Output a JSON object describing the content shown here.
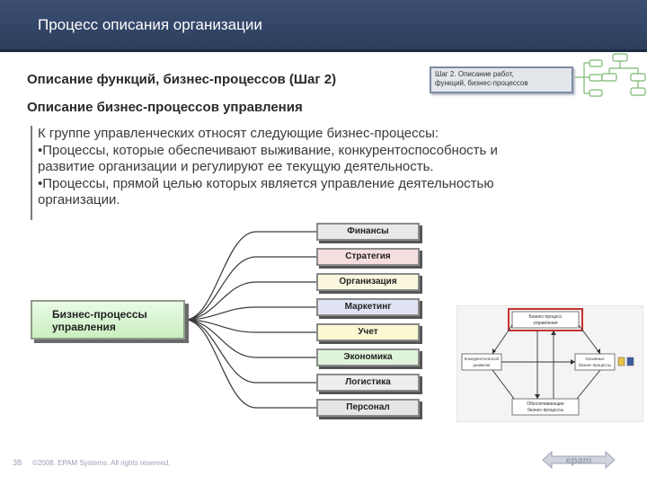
{
  "header": {
    "title": "Процесс описания организации"
  },
  "subtitles": {
    "functions": "Описание функций, бизнес-процессов (Шаг 2)",
    "management": "Описание бизнес-процессов управления"
  },
  "step_badge": {
    "line1": "Шаг 2. Описание работ,",
    "line2": "функций, бизнес-процессов"
  },
  "body": {
    "line1": "К группе управленческих относят следующие бизнес-процессы:",
    "line2": "•Процессы, которые обеспечивают выживание, конкурентоспособность и",
    "line3": "развитие организации и регулируют ее текущую деятельность.",
    "line4": "•Процессы, прямой целью которых является управление деятельностью",
    "line5": "организации."
  },
  "diagram": {
    "root": {
      "line1": "Бизнес-процессы",
      "line2": "управления"
    },
    "categories": [
      "Финансы",
      "Стратегия",
      "Организация",
      "Маркетинг",
      "Учет",
      "Экономика",
      "Логистика",
      "Персонал"
    ],
    "category_colors": [
      "#e9e9e9",
      "#f7dede",
      "#fbf7df",
      "#dfe3f4",
      "#fbf9d2",
      "#dff4da",
      "#eeeeee",
      "#e6e6e6"
    ]
  },
  "cycle": {
    "top": {
      "line1": "Бизнес-процесс",
      "line2": "управления"
    },
    "left": {
      "line1": "Конкурентоспособ",
      "line2": "развитие"
    },
    "right": {
      "line1": "Основные",
      "line2": "бизнес-процессы"
    },
    "bottom": {
      "line1": "Обеспечивающие",
      "line2": "бизнес-процессы"
    }
  },
  "footer": {
    "page_number": "38",
    "copyright": "©2008. EPAM Systems. All rights reserved.",
    "logo_text": "epam"
  },
  "colors": {
    "header_bg": "#34476a",
    "accent_red": "#c83232",
    "root_green": "#d4f3cc"
  }
}
